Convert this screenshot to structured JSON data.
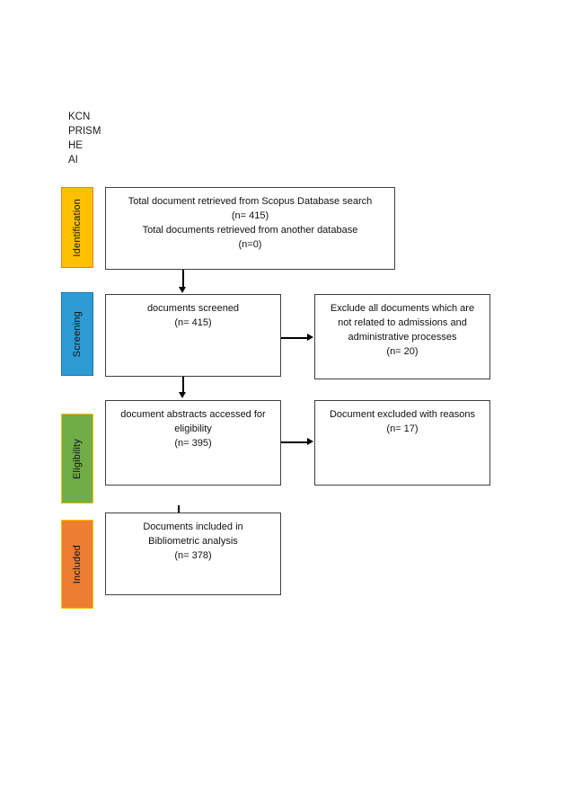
{
  "page": {
    "background_color": "#ffffff",
    "text_color": "#111111",
    "box_border_color": "#404040",
    "arrow_color": "#000000"
  },
  "watermark": {
    "text": "KCN\nPRISM\nHE\nAI"
  },
  "stages": [
    {
      "id": "identification",
      "label": "Identification",
      "fill": "#FFC000",
      "border": "#ED7D31"
    },
    {
      "id": "screening",
      "label": "Screening",
      "fill": "#2E9BD5",
      "border": "#1C76AE"
    },
    {
      "id": "eligibility",
      "label": "Eligibility",
      "fill": "#70AD47",
      "border": "#FFC000"
    },
    {
      "id": "included",
      "label": "Included",
      "fill": "#ED7D31",
      "border": "#FFC000"
    }
  ],
  "boxes": {
    "identification_main": {
      "text": "Total document retrieved from Scopus Database search\n(n= 415)\nTotal documents retrieved from another database\n(n=0)"
    },
    "screening_main": {
      "text": "documents screened\n(n= 415)"
    },
    "screening_excluded": {
      "text": "Exclude all documents which are\nnot related to admissions and\nadministrative processes\n(n= 20)"
    },
    "eligibility_main": {
      "text": "document abstracts accessed for\neligibility\n(n= 395)"
    },
    "eligibility_excluded": {
      "text": "Document excluded with reasons\n(n= 17)"
    },
    "included_main": {
      "text": "Documents included in\nBibliometric analysis\n(n= 378)"
    }
  },
  "counts": {
    "retrieved_scopus": 415,
    "retrieved_other": 0,
    "screened": 415,
    "excluded_screening": 20,
    "eligibility_assessed": 395,
    "excluded_with_reasons": 17,
    "included_bibliometric": 378
  }
}
